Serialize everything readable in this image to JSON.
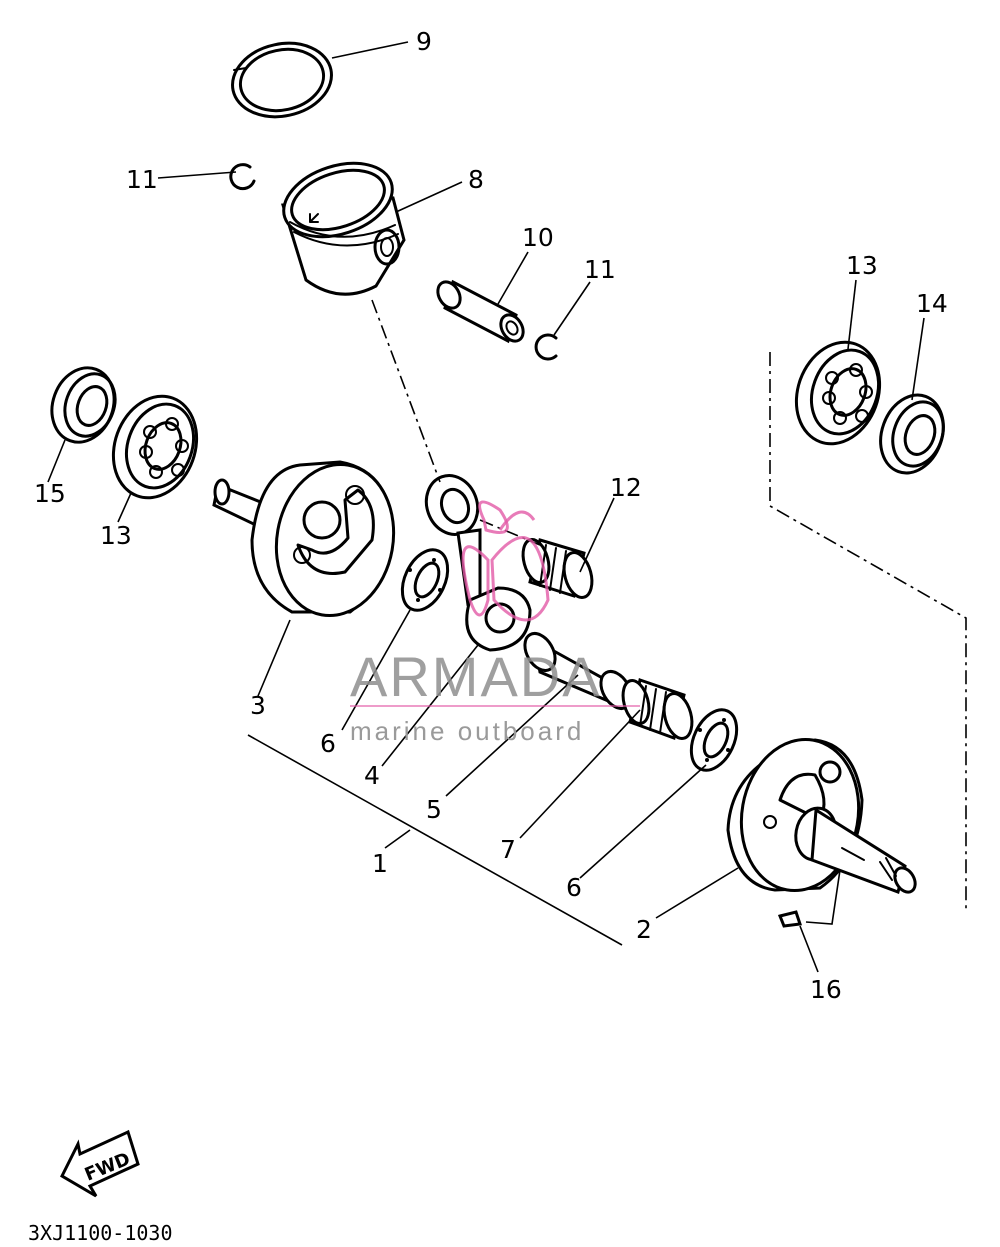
{
  "diagram": {
    "callouts": [
      {
        "id": "c9",
        "text": "9"
      },
      {
        "id": "c11a",
        "text": "11"
      },
      {
        "id": "c8",
        "text": "8"
      },
      {
        "id": "c10",
        "text": "10"
      },
      {
        "id": "c11b",
        "text": "11"
      },
      {
        "id": "c13a",
        "text": "13"
      },
      {
        "id": "c14",
        "text": "14"
      },
      {
        "id": "c15",
        "text": "15"
      },
      {
        "id": "c13b",
        "text": "13"
      },
      {
        "id": "c12",
        "text": "12"
      },
      {
        "id": "c3",
        "text": "3"
      },
      {
        "id": "c6a",
        "text": "6"
      },
      {
        "id": "c4",
        "text": "4"
      },
      {
        "id": "c5",
        "text": "5"
      },
      {
        "id": "c1",
        "text": "1"
      },
      {
        "id": "c7",
        "text": "7"
      },
      {
        "id": "c6b",
        "text": "6"
      },
      {
        "id": "c2",
        "text": "2"
      },
      {
        "id": "c16",
        "text": "16"
      }
    ],
    "fwd_label": "FWD",
    "part_code": "3XJ1100-1030"
  },
  "watermark": {
    "title": "ARMADA",
    "subtitle": "marine outboard",
    "color": "#e25aa6"
  }
}
